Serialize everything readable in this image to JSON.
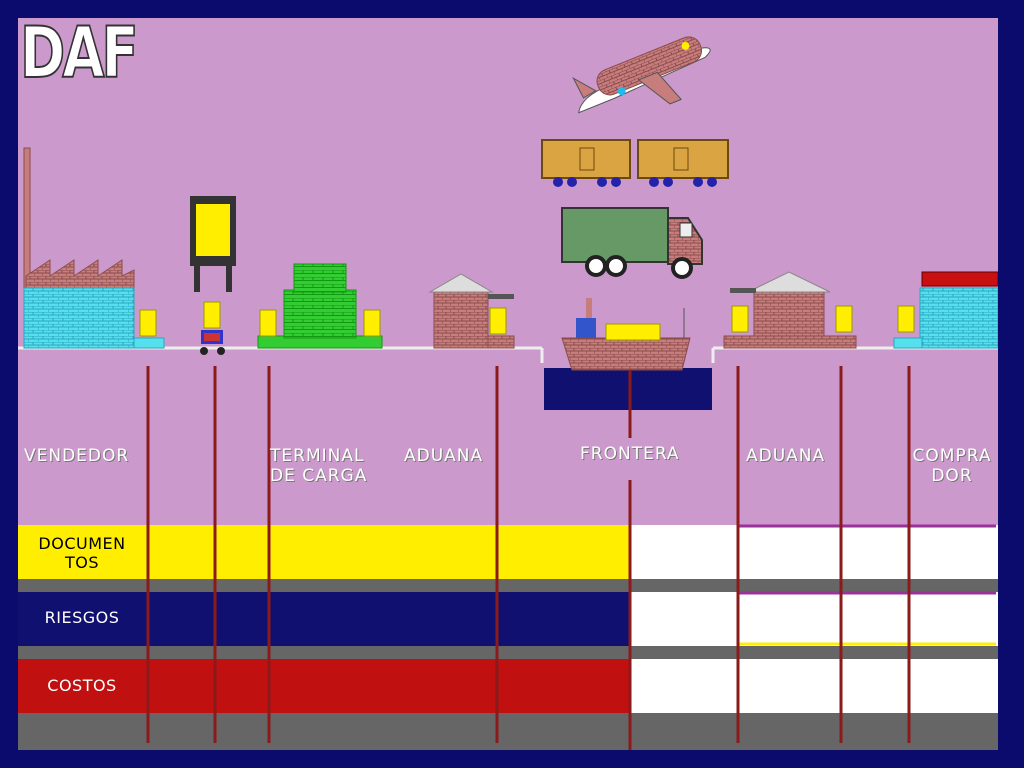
{
  "title": "DAF",
  "stages": {
    "vendedor": "VENDEDOR",
    "terminal_line1": "TERMINAL",
    "terminal_line2": "DE CARGA",
    "aduana_left": "ADUANA",
    "frontera": "FRONTERA",
    "aduana_right": "ADUANA",
    "comprador_line1": "COMPRA",
    "comprador_line2": "DOR"
  },
  "bands": {
    "documentos_line1": "DOCUMEN",
    "documentos_line2": "TOS",
    "riesgos": "RIESGOS",
    "costos": "COSTOS"
  },
  "colors": {
    "background": "#cc99cc",
    "documentos": "#ffee00",
    "riesgos": "#101070",
    "costos": "#c01010",
    "separator": "#666666",
    "buyer_side": "#ffffff"
  },
  "icons": [
    "factory-icon",
    "forklift-icon",
    "warehouse-icon",
    "customs-house-icon",
    "airplane-icon",
    "railcar-icon",
    "truck-icon",
    "ship-icon"
  ]
}
